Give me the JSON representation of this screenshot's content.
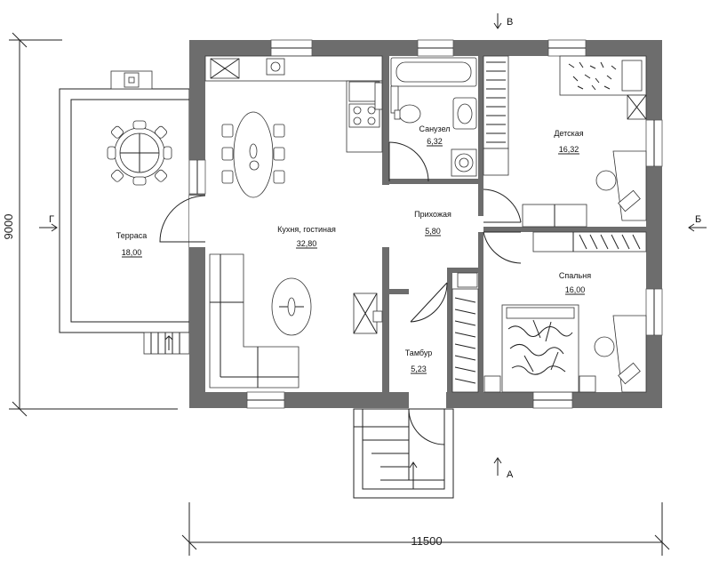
{
  "rooms": {
    "terrace": {
      "name": "Терраса",
      "area": "18,00"
    },
    "kitchen": {
      "name": "Кухня, гостиная",
      "area": "32,80"
    },
    "bathroom": {
      "name": "Санузел",
      "area": "6,32"
    },
    "nursery": {
      "name": "Детская",
      "area": "16,32"
    },
    "hall": {
      "name": "Прихожая",
      "area": "5,80"
    },
    "bedroom": {
      "name": "Спальня",
      "area": "16,00"
    },
    "vestibule": {
      "name": "Тамбур",
      "area": "5,23"
    }
  },
  "dimensions": {
    "width": "11500",
    "height": "9000"
  },
  "sections": {
    "a": "А",
    "b": "Б",
    "v": "В",
    "g": "Г"
  }
}
